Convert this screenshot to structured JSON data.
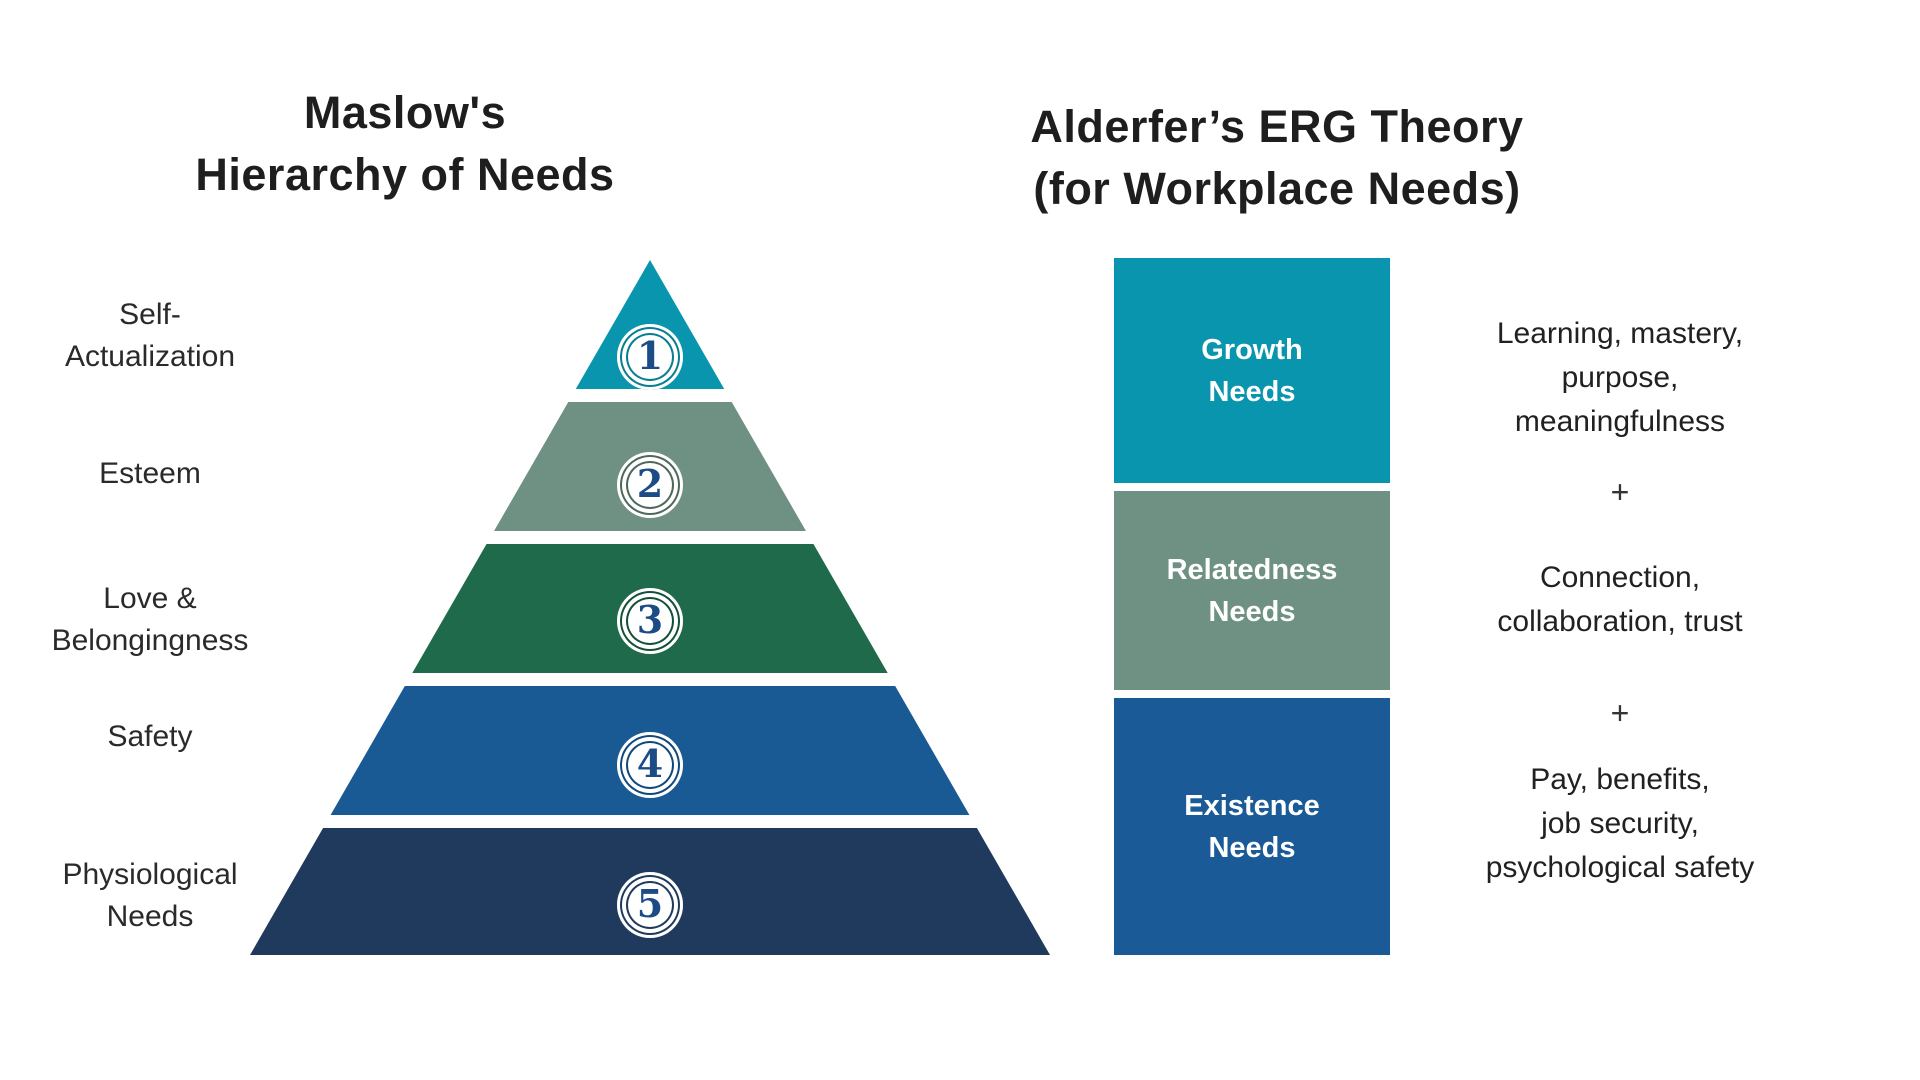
{
  "maslow": {
    "title": "Maslow's\nHierarchy of Needs",
    "number_color": "#1c4c85",
    "levels": [
      {
        "number": "1",
        "label": "Self-\nActualization",
        "color": "#0995ad",
        "ring": "#097d92"
      },
      {
        "number": "2",
        "label": "Esteem",
        "color": "#6f9183",
        "ring": "#4e685c"
      },
      {
        "number": "3",
        "label": "Love &\nBelongingness",
        "color": "#1f6a4a",
        "ring": "#15503a"
      },
      {
        "number": "4",
        "label": "Safety",
        "color": "#1a5a94",
        "ring": "#12497c"
      },
      {
        "number": "5",
        "label": "Physiological\nNeeds",
        "color": "#1f3a5d",
        "ring": "#1f3a5d"
      }
    ]
  },
  "erg": {
    "title": "Alderfer’s ERG Theory\n(for Workplace Needs)",
    "plus": "+",
    "sections": [
      {
        "label": "Growth\nNeeds",
        "desc": "Learning, mastery,\npurpose,\nmeaningfulness",
        "color": "#0995ad"
      },
      {
        "label": "Relatedness\nNeeds",
        "desc": "Connection,\ncollaboration, trust",
        "color": "#6f9183"
      },
      {
        "label": "Existence\nNeeds",
        "desc": "Pay, benefits,\njob security,\npsychological safety",
        "color": "#1a5a96"
      }
    ]
  }
}
